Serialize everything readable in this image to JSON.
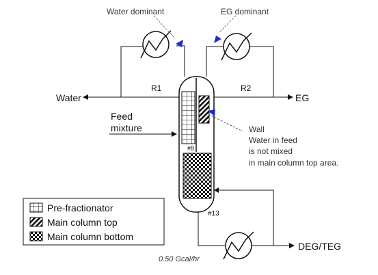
{
  "labels": {
    "water_dominant": "Water dominant",
    "eg_dominant": "EG dominant",
    "r1": "R1",
    "r2": "R2",
    "water": "Water",
    "eg": "EG",
    "feed_line1": "Feed",
    "feed_line2": "mixture",
    "wall_line1": "Wall",
    "wall_line2": "Water in feed",
    "wall_line3": "is not mixed",
    "wall_line4": "in main column top area.",
    "stage_top": "#8",
    "stage_bottom": "#13",
    "deg_teg": "DEG/TEG",
    "duty": "0.50 Gcal/hr"
  },
  "legend": {
    "items": [
      {
        "label": "Pre-fractionator",
        "pattern": "grid"
      },
      {
        "label": "Main column top",
        "pattern": "hatch"
      },
      {
        "label": "Main column bottom",
        "pattern": "checker"
      }
    ]
  },
  "colors": {
    "line": "#111111",
    "arrow_blue": "#1a2ad8"
  }
}
